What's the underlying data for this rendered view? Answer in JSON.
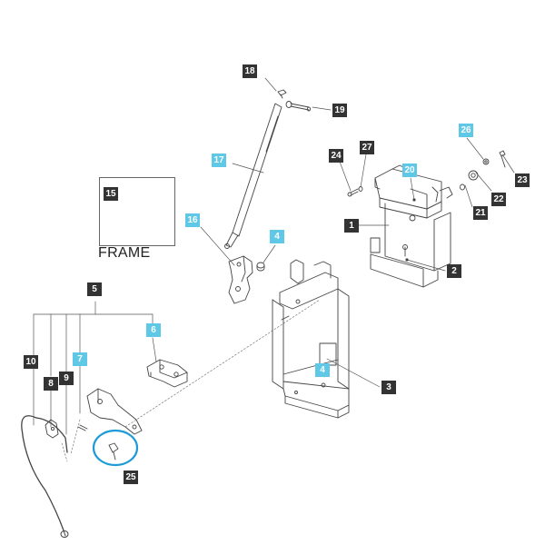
{
  "frame_label": "FRAME",
  "callouts": [
    {
      "id": "c18",
      "text": "18",
      "style": "dark"
    },
    {
      "id": "c19",
      "text": "19",
      "style": "dark"
    },
    {
      "id": "c17",
      "text": "17",
      "style": "light"
    },
    {
      "id": "c15",
      "text": "15",
      "style": "dark"
    },
    {
      "id": "c16",
      "text": "16",
      "style": "light"
    },
    {
      "id": "c4a",
      "text": "4",
      "style": "light"
    },
    {
      "id": "c24",
      "text": "24",
      "style": "dark"
    },
    {
      "id": "c27",
      "text": "27",
      "style": "dark"
    },
    {
      "id": "c26",
      "text": "26",
      "style": "light"
    },
    {
      "id": "c20",
      "text": "20",
      "style": "light"
    },
    {
      "id": "c23",
      "text": "23",
      "style": "dark"
    },
    {
      "id": "c22",
      "text": "22",
      "style": "dark"
    },
    {
      "id": "c21",
      "text": "21",
      "style": "dark"
    },
    {
      "id": "c1",
      "text": "1",
      "style": "dark"
    },
    {
      "id": "c2",
      "text": "2",
      "style": "dark"
    },
    {
      "id": "c5",
      "text": "5",
      "style": "dark"
    },
    {
      "id": "c6",
      "text": "6",
      "style": "light"
    },
    {
      "id": "c10",
      "text": "10",
      "style": "dark"
    },
    {
      "id": "c7",
      "text": "7",
      "style": "light"
    },
    {
      "id": "c8",
      "text": "8",
      "style": "dark"
    },
    {
      "id": "c9",
      "text": "9",
      "style": "dark"
    },
    {
      "id": "c4b",
      "text": "4",
      "style": "light"
    },
    {
      "id": "c3",
      "text": "3",
      "style": "dark"
    },
    {
      "id": "c25",
      "text": "25",
      "style": "dark"
    }
  ],
  "colors": {
    "dark_callout": "#333333",
    "light_callout": "#5ec8e6",
    "highlight_circle": "#1e9bd7",
    "line": "#444444"
  }
}
